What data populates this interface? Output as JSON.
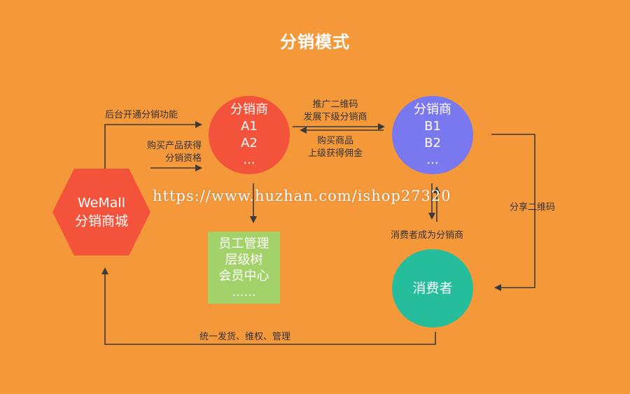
{
  "title": "分销模式",
  "nodes": {
    "wemall": [
      "WeMall",
      "分销商城"
    ],
    "distributor_a": [
      "分销商",
      "A1",
      "A2",
      "..."
    ],
    "distributor_b": [
      "分销商",
      "B1",
      "B2",
      "..."
    ],
    "consumer": [
      "消费者"
    ],
    "features": [
      "员工管理",
      "层级树",
      "会员中心",
      "......"
    ]
  },
  "labels": {
    "open_function": "后台开通分销功能",
    "buy_product_1": "购买产品获得",
    "buy_product_2": "分销资格",
    "promote_1": "推广二维码",
    "promote_2": "发展下级分销商",
    "buy_goods_1": "购买商品",
    "buy_goods_2": "上级获得佣金",
    "share_qr": "分享二维码",
    "become_distributor": "消费者成为分销商",
    "bottom": "统一发货、维权、管理"
  },
  "watermark": "https://www.huzhan.com/ishop27320",
  "colors": {
    "background": "#f5983a",
    "distributor_a": "#f2533a",
    "distributor_b": "#7a78ef",
    "consumer": "#26bd9c",
    "features": "#a3d16a",
    "arrow": "#3a3a3a"
  }
}
